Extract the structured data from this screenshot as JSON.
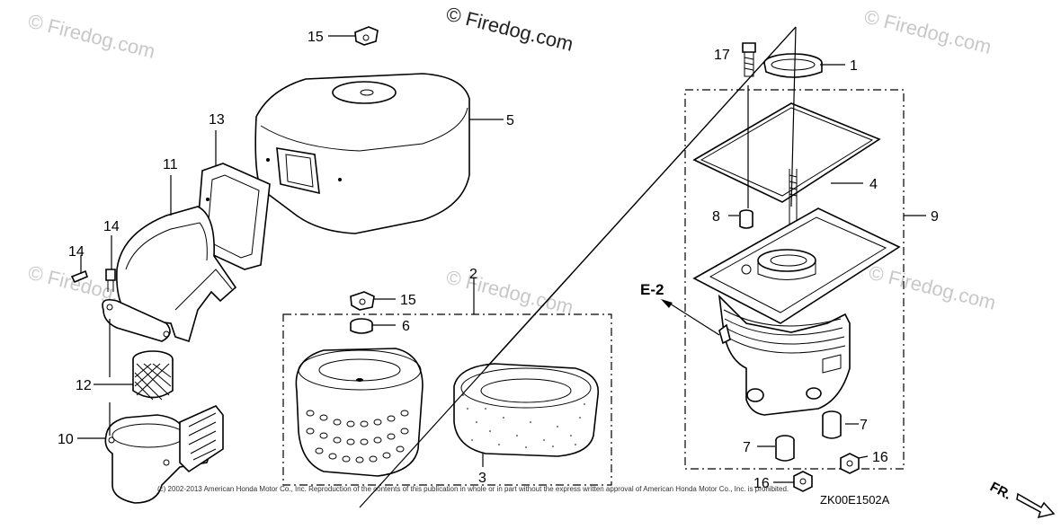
{
  "watermark": {
    "main": "© Firedog.com",
    "faint": "© Firedog.com"
  },
  "callouts": {
    "c1": "1",
    "c2": "2",
    "c3": "3",
    "c4": "4",
    "c5": "5",
    "c6": "6",
    "c7a": "7",
    "c7b": "7",
    "c8": "8",
    "c9": "9",
    "c10": "10",
    "c11": "11",
    "c12": "12",
    "c13": "13",
    "c14a": "14",
    "c14b": "14",
    "c15a": "15",
    "c15b": "15",
    "c16a": "16",
    "c16b": "16",
    "c17": "17"
  },
  "reference": "E-2",
  "copyright": "(c) 2002-2013 American Honda Motor Co., Inc. Reproduction of the contents of this publication in whole or in part without the express written approval of American Honda Motor Co., Inc. is prohibited.",
  "diagram_code": "ZK00E1502A",
  "front_indicator": "FR."
}
